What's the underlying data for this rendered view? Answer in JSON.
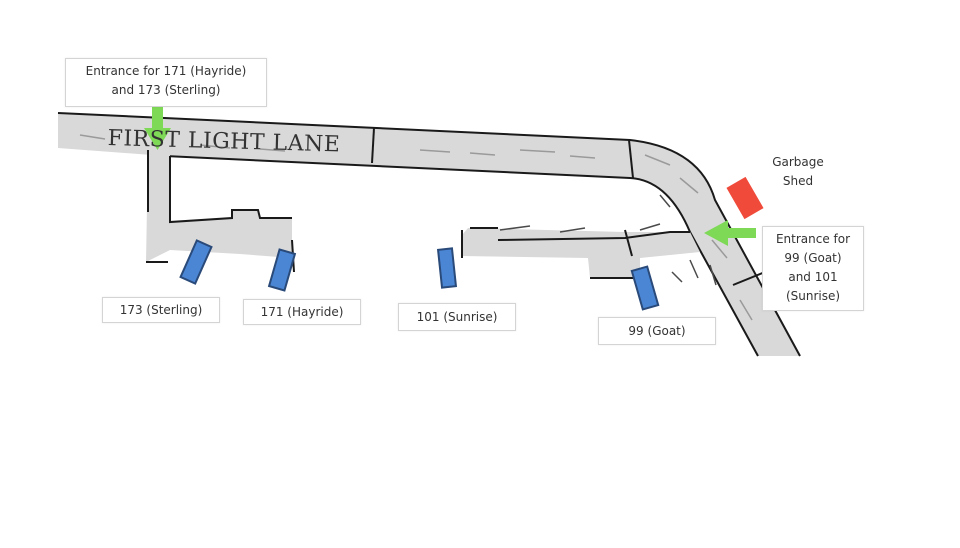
{
  "road": {
    "name": "FIRST LIGHT LANE",
    "surface_color": "#d9d9d9",
    "edge_color": "#1a1a1a"
  },
  "entrances": [
    {
      "line1": "Entrance for 171 (Hayride)",
      "line2": "and 173 (Sterling)",
      "arrow_color": "#7ed957",
      "arrow_direction": "down"
    },
    {
      "line1": "Entrance for",
      "line2": "99 (Goat)",
      "line3": "and 101",
      "line4": "(Sunrise)",
      "arrow_color": "#7ed957",
      "arrow_direction": "left"
    }
  ],
  "garbage_shed": {
    "line1": "Garbage",
    "line2": "Shed",
    "color": "#f04a3a"
  },
  "houses": [
    {
      "label": "173 (Sterling)"
    },
    {
      "label": "171 (Hayride)"
    },
    {
      "label": "101 (Sunrise)"
    },
    {
      "label": "99 (Goat)"
    }
  ],
  "house_marker": {
    "fill": "#4a86d4",
    "stroke": "#2a4a7a"
  }
}
